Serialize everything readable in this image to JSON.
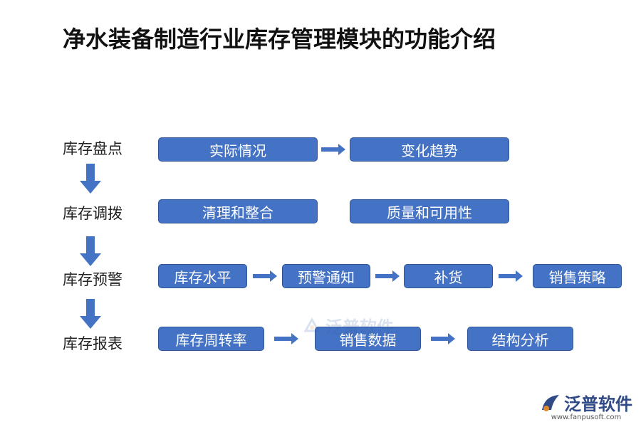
{
  "title": "净水装备制造行业库存管理模块的功能介绍",
  "rows": [
    {
      "label": "库存盘点",
      "boxes": [
        "实际情况",
        "变化趋势"
      ]
    },
    {
      "label": "库存调拨",
      "boxes": [
        "清理和整合",
        "质量和可用性"
      ]
    },
    {
      "label": "库存预警",
      "boxes": [
        "库存水平",
        "预警通知",
        "补货",
        "销售策略"
      ]
    },
    {
      "label": "库存报表",
      "boxes": [
        "库存周转率",
        "销售数据",
        "结构分析"
      ]
    }
  ],
  "watermark": {
    "text": "泛普软件"
  },
  "brand": {
    "name": "泛普软件",
    "url": "www.fanpusoft.com"
  },
  "colors": {
    "box_fill": "#4472C4",
    "box_border": "#2F5597",
    "arrow": "#4472C4"
  }
}
